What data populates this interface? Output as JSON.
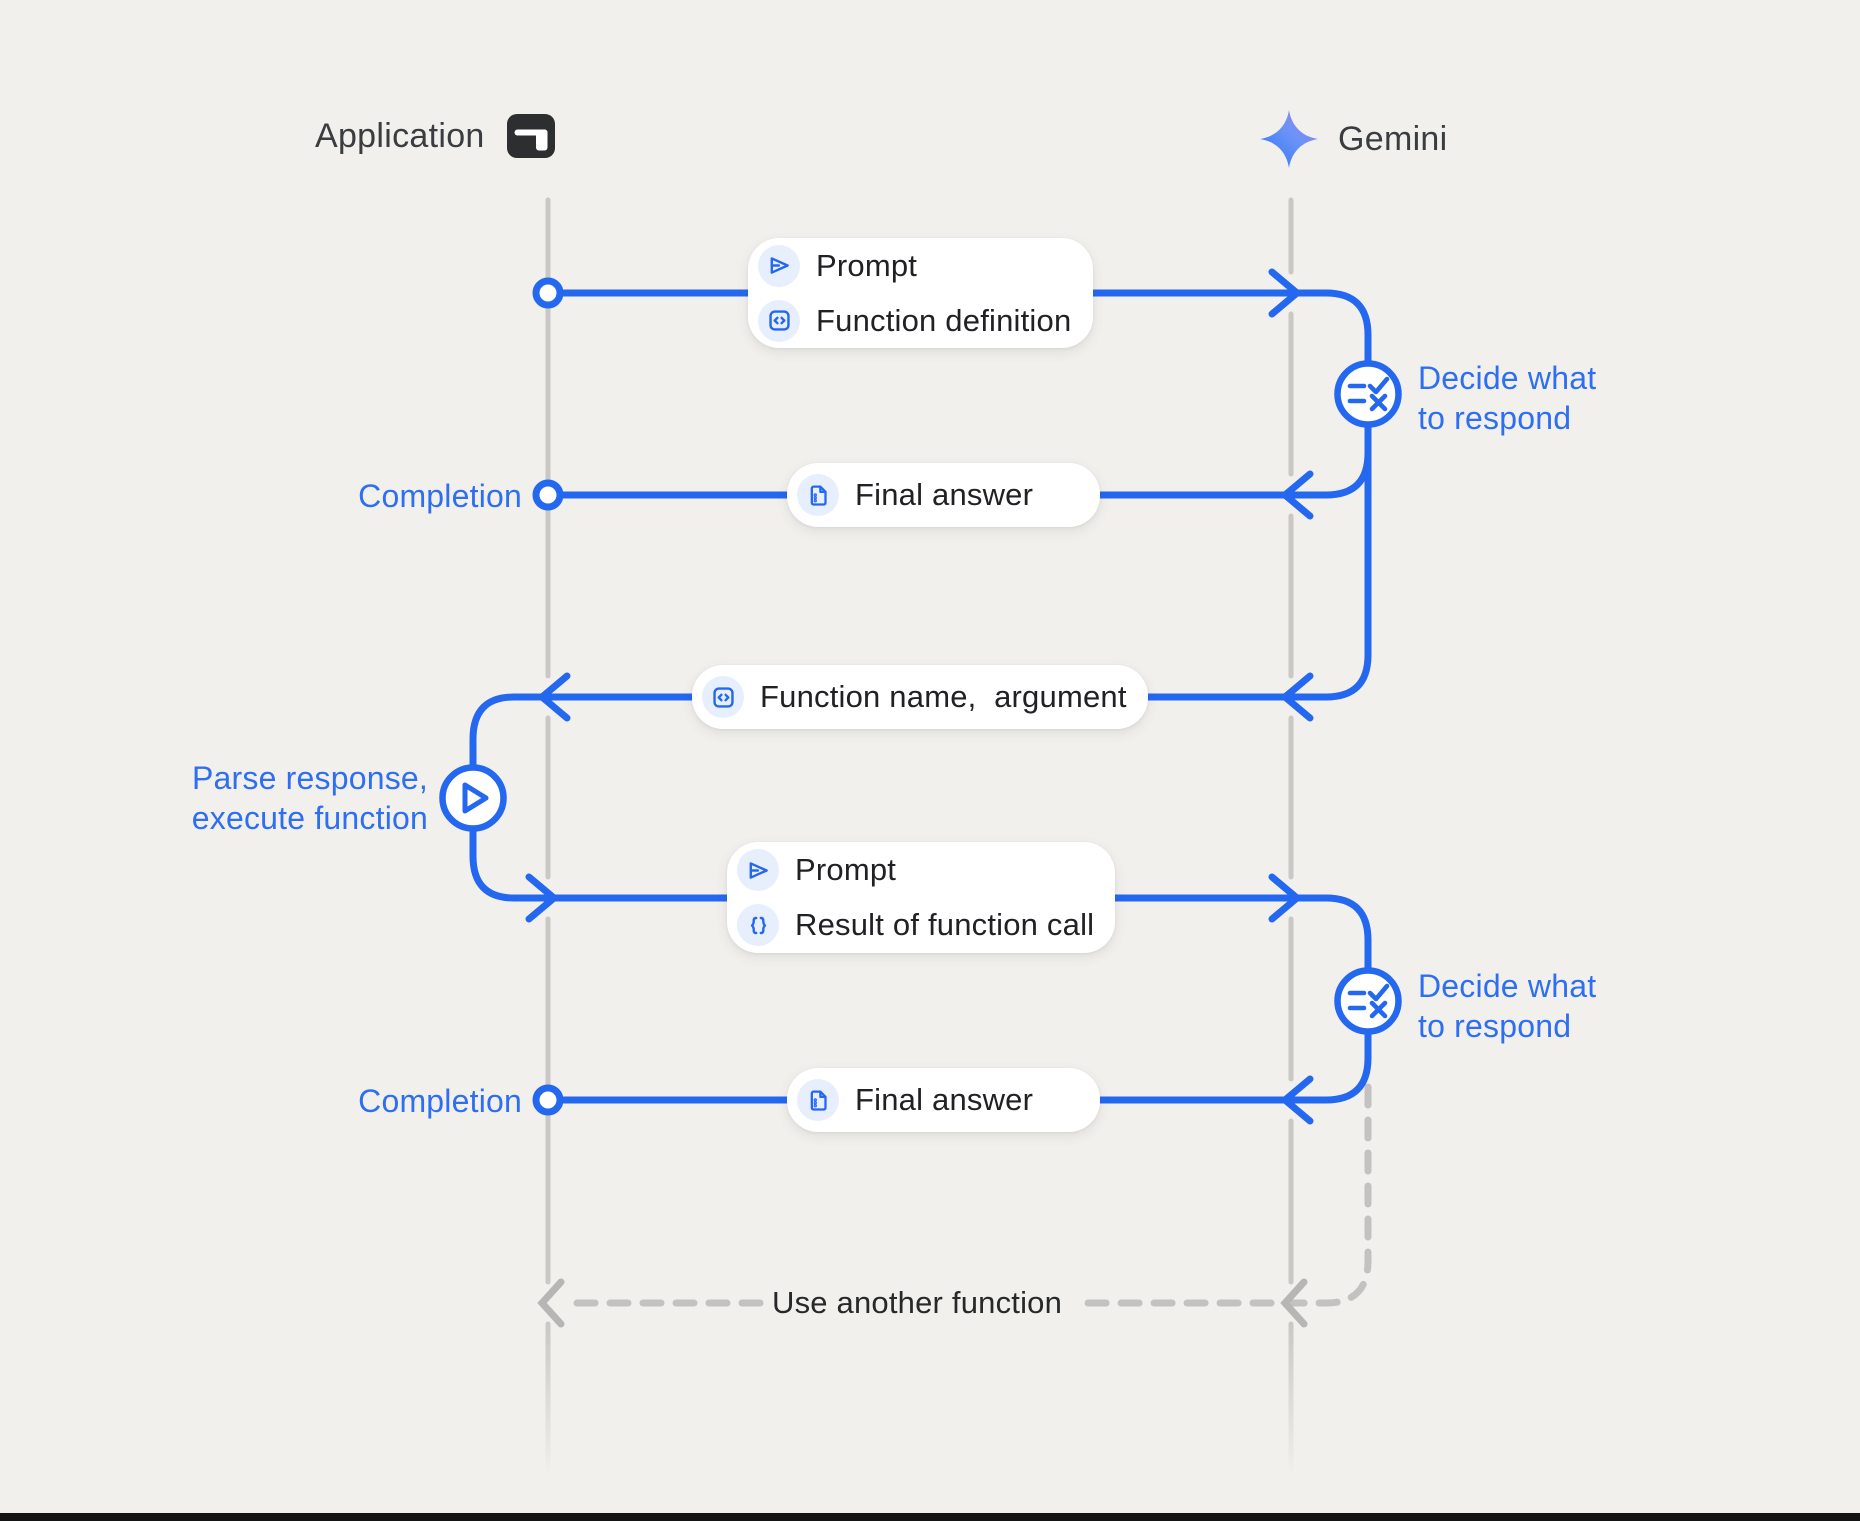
{
  "palette": {
    "background": "#f2f0ed",
    "blue": "#2468f0",
    "blue_text": "#2e6ff2",
    "chip_bg": "#e7eefc",
    "pill_text": "#202124",
    "lifeline_gray": "#c9c8c5",
    "dashed_gray": "#c3c2c0",
    "header_text": "#3a3d40",
    "bottom_bar": "#141414",
    "app_icon_dark": "#2d2e30",
    "gemini_gradient": [
      "#2a72f4",
      "#6b93f7",
      "#9c7ff2"
    ]
  },
  "actors": {
    "application": {
      "label": "Application",
      "icon": "app-window-icon"
    },
    "gemini": {
      "label": "Gemini",
      "icon": "gemini-sparkle-icon"
    }
  },
  "pills": {
    "prompt_def": {
      "rows": [
        {
          "icon": "send-icon",
          "label": "Prompt"
        },
        {
          "icon": "code-square-icon",
          "label": "Function definition"
        }
      ]
    },
    "final_answer_1": {
      "icon": "document-icon",
      "label": "Final answer"
    },
    "function_name": {
      "icon": "code-square-icon",
      "label": "Function name,  argument"
    },
    "prompt_result": {
      "rows": [
        {
          "icon": "send-icon",
          "label": "Prompt"
        },
        {
          "icon": "braces-icon",
          "label": "Result of function call"
        }
      ]
    },
    "final_answer_2": {
      "icon": "document-icon",
      "label": "Final answer"
    }
  },
  "annotations": {
    "completion_1": "Completion",
    "completion_2": "Completion",
    "decide_1": "Decide what\nto respond",
    "decide_2": "Decide what\nto respond",
    "parse": "Parse response,\nexecute function",
    "use_another": "Use another function"
  }
}
